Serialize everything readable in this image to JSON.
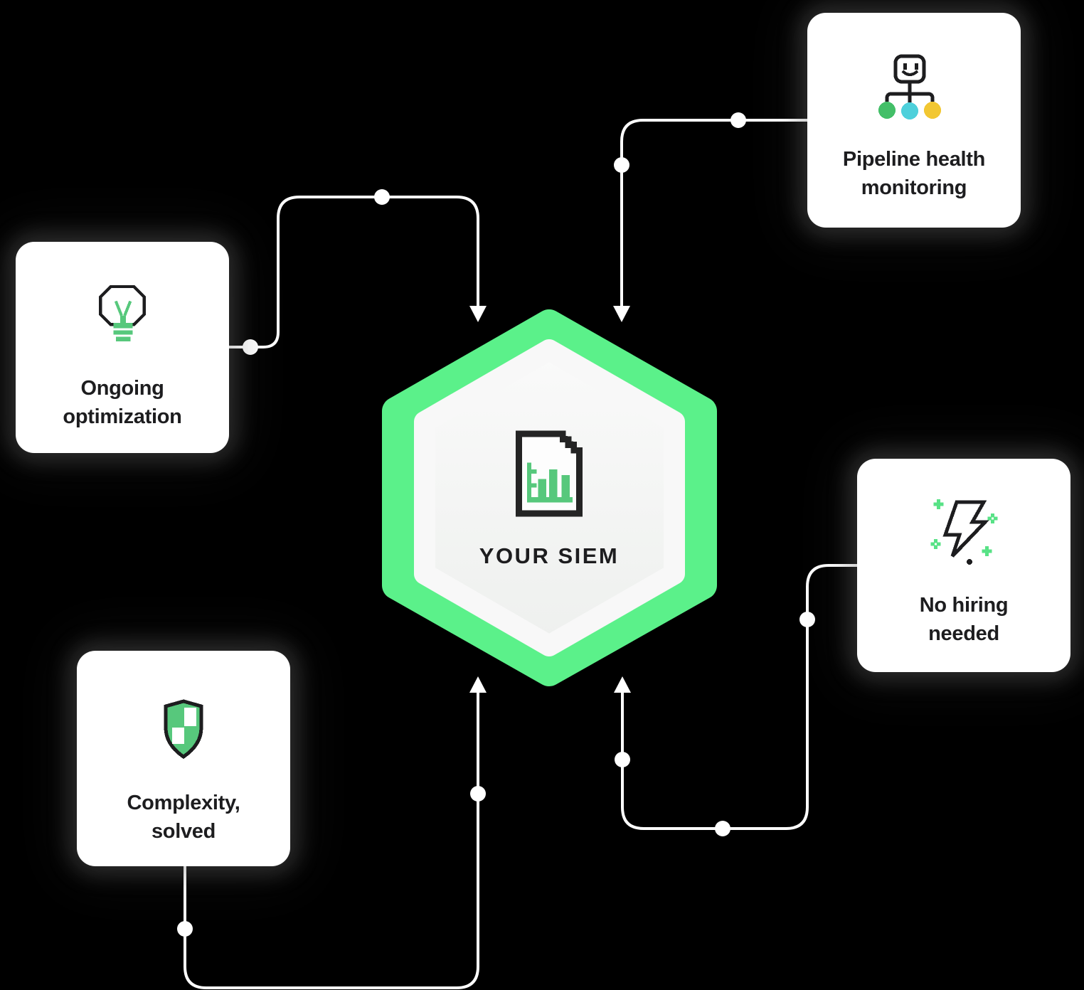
{
  "center": {
    "label": "YOUR SIEM",
    "icon": "document-chart-icon"
  },
  "cards": [
    {
      "id": "pipeline-health",
      "icon": "org-chart-smiley-icon",
      "label_line1": "Pipeline health",
      "label_line2": "monitoring"
    },
    {
      "id": "ongoing-optimization",
      "icon": "lightbulb-icon",
      "label_line1": "Ongoing",
      "label_line2": "optimization"
    },
    {
      "id": "complexity-solved",
      "icon": "shield-icon",
      "label_line1": "Complexity,",
      "label_line2": "solved"
    },
    {
      "id": "no-hiring-needed",
      "icon": "lightning-icon",
      "label_line1": "No hiring",
      "label_line2": "needed"
    }
  ],
  "colors": {
    "bg_black": "#000000",
    "line_white": "#FFFFFF",
    "card_bg": "#FFFFFF",
    "text_dark": "#1D1D1F",
    "accent_green": "#5BF18A",
    "hex_inner_top": "#FAFAFA",
    "hex_inner_bottom": "#EEF0EE",
    "icon_green": "#57C87C",
    "icon_ink": "#242424",
    "pipeline_green": "#43BF68",
    "pipeline_cyan": "#4ED0DB",
    "pipeline_yellow": "#F2C732"
  }
}
